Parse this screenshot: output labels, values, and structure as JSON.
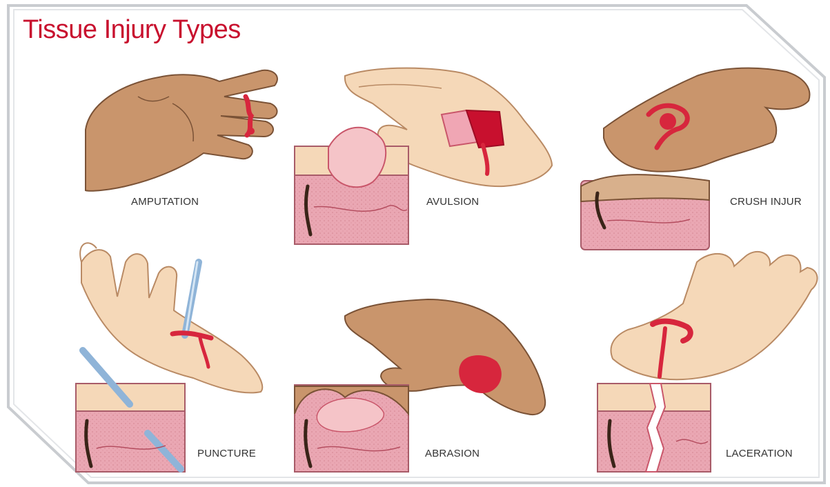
{
  "title": "Tissue Injury Types",
  "labels": {
    "amputation": "AMPUTATION",
    "avulsion": "AVULSION",
    "crush_injury": "CRUSH INJUR",
    "puncture": "PUNCTURE",
    "abrasion": "ABRASION",
    "laceration": "LACERATION"
  },
  "colors": {
    "title": "#c8102e",
    "blood": "#d7263d",
    "skin_light": "#f5d8b8",
    "skin_dark": "#c9956c",
    "tissue": "#e8a0ad",
    "hair": "#3a2418"
  }
}
